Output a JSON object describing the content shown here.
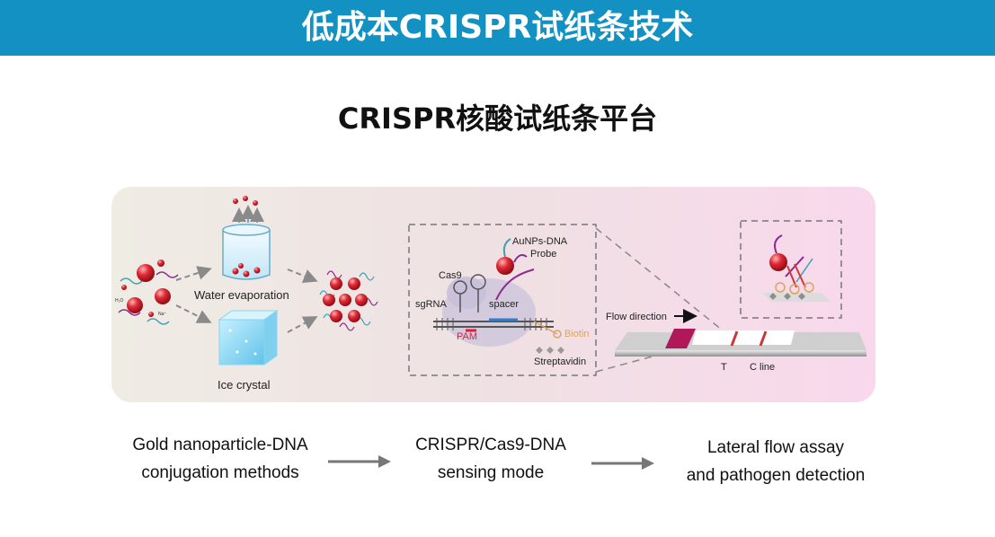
{
  "header": {
    "title": "低成本CRISPR试纸条技术"
  },
  "subtitle": "CRISPR核酸试纸条平台",
  "figure": {
    "labels": {
      "water_evaporation": "Water evaporation",
      "ice_crystal": "Ice crystal",
      "cas9": "Cas9",
      "sgrna": "sgRNA",
      "spacer": "spacer",
      "pam": "PAM",
      "probe_line1": "AuNPs-DNA",
      "probe_line2": "Probe",
      "biotin": "Biotin",
      "streptavidin": "Streptavidin",
      "flow_direction": "Flow direction",
      "t_line": "T",
      "c_line": "C line",
      "h2o": "H₂O",
      "na": "Na⁺"
    },
    "colors": {
      "gold_nanoparticle": "#d81e2c",
      "pam": "#e0203a",
      "biotin": "#d9a560",
      "dna_strand": "#8a2a8a",
      "strip_pad": "#b0185a",
      "test_line": "#c83a3a"
    }
  },
  "captions": {
    "step1": {
      "line1": "Gold nanoparticle-DNA",
      "line2": "conjugation methods"
    },
    "step2": {
      "line1": "CRISPR/Cas9-DNA",
      "line2": "sensing mode"
    },
    "step3": {
      "line1": "Lateral flow assay",
      "line2": "and pathogen detection"
    }
  }
}
